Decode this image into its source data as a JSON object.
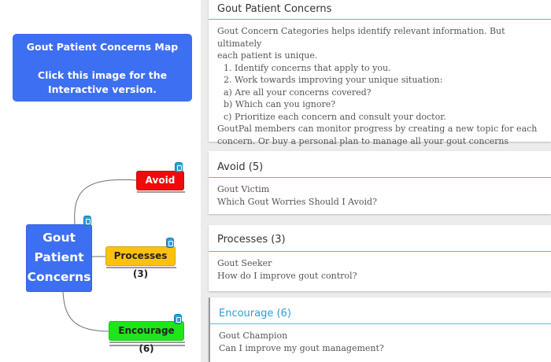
{
  "map_banner": {
    "title": "Gout Patient Concerns Map",
    "subtitle_line1": "Click this image for the",
    "subtitle_line2": "Interactive version."
  },
  "mind_map": {
    "root": {
      "line1": "Gout",
      "line2": "Patient",
      "line3": "Concerns",
      "color": "#3d6ff3"
    },
    "branches": [
      {
        "label": "Avoid (5)",
        "color": "#ef0b0b"
      },
      {
        "label": "Processes (3)",
        "color": "#fcc20b"
      },
      {
        "label": "Encourage (6)",
        "color": "#1de61a"
      }
    ],
    "note_icon": "note-icon"
  },
  "panels": {
    "concerns": {
      "header": "Gout Patient Concerns",
      "intro_line1": "Gout Concern Categories helps identify relevant information. But ultimately",
      "intro_line2": "each patient is unique.",
      "step1": "1. Identify concerns that apply to you.",
      "step2": "2. Work towards improving your unique situation:",
      "sub_a": "a) Are all your concerns covered?",
      "sub_b": "b) Which can you ignore?",
      "sub_c": "c) Prioritize each concern and consult your doctor.",
      "outro_line1": "GoutPal members can monitor progress by creating a new topic for each",
      "outro_line2": "concern. Or buy a personal plan to manage all your gout concerns"
    },
    "avoid": {
      "header": "Avoid (5)",
      "line1": "Gout Victim",
      "line2": "Which Gout Worries Should I Avoid?"
    },
    "processes": {
      "header": "Processes (3)",
      "line1": "Gout Seeker",
      "line2": "How do I improve gout control?"
    },
    "encourage": {
      "header": "Encourage (6)",
      "line1": "Gout Champion",
      "line2": "Can I improve my gout management?"
    }
  },
  "colors": {
    "accent_blue": "#3d6ff3",
    "link_blue": "#2d9ed8",
    "header_rule": "#5bb8e0"
  }
}
